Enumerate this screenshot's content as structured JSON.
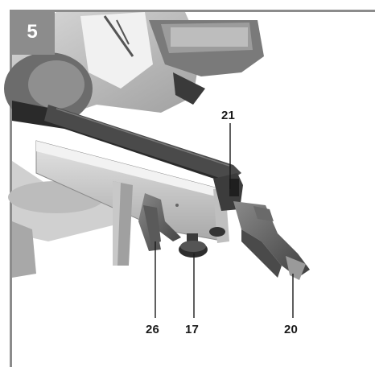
{
  "figure": {
    "number": "5",
    "callouts": {
      "c21": "21",
      "c26": "26",
      "c17": "17",
      "c20": "20"
    }
  }
}
